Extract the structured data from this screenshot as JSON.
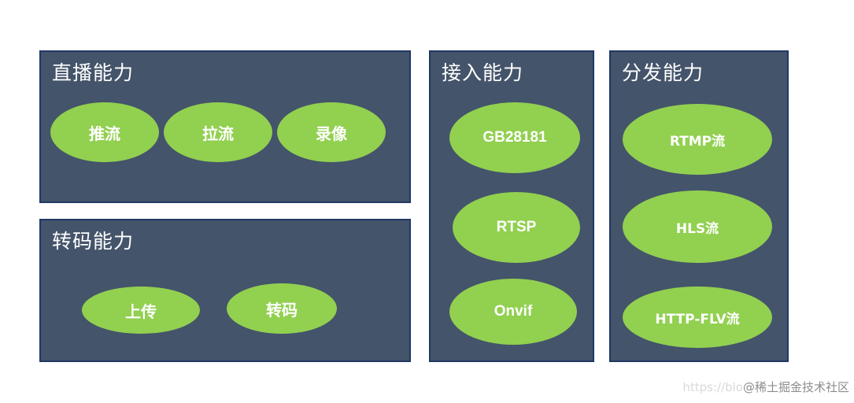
{
  "panels": {
    "live": {
      "title": "直播能力",
      "items": [
        "推流",
        "拉流",
        "录像"
      ]
    },
    "transcode": {
      "title": "转码能力",
      "items": [
        "上传",
        "转码"
      ]
    },
    "access": {
      "title": "接入能力",
      "items": [
        "GB28181",
        "RTSP",
        "Onvif"
      ]
    },
    "distribution": {
      "title": "分发能力",
      "items": [
        "RTMP流",
        "HLS流",
        "HTTP-FLV流"
      ]
    }
  },
  "watermark": {
    "url": "https://blo",
    "brand": "@稀土掘金技术社区"
  },
  "colors": {
    "panel_bg": "#44546a",
    "panel_border": "#203864",
    "oval_fill": "#92d050",
    "text": "#ffffff"
  }
}
